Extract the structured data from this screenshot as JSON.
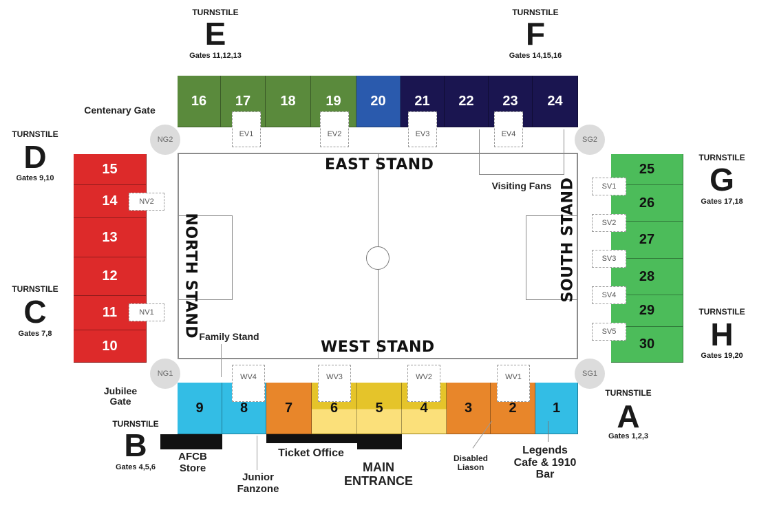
{
  "colors": {
    "east_green": "#5a8a3c",
    "east_blue": "#2a5aad",
    "east_navy": "#1a1550",
    "north_red": "#dd2a2a",
    "south_green": "#4cbc5a",
    "west_cyan": "#33bde5",
    "west_orange": "#e8862a",
    "west_yellow": "#e5c42a",
    "west_light_yellow": "#fbe07a"
  },
  "turnstiles": {
    "word": "TURNSTILE",
    "E": {
      "letter": "E",
      "gates": "Gates 11,12,13"
    },
    "F": {
      "letter": "F",
      "gates": "Gates 14,15,16"
    },
    "D": {
      "letter": "D",
      "gates": "Gates 9,10"
    },
    "C": {
      "letter": "C",
      "gates": "Gates 7,8"
    },
    "G": {
      "letter": "G",
      "gates": "Gates 17,18"
    },
    "H": {
      "letter": "H",
      "gates": "Gates 19,20"
    },
    "A": {
      "letter": "A",
      "gates": "Gates 1,2,3"
    },
    "B": {
      "letter": "B",
      "gates": "Gates 4,5,6"
    }
  },
  "stands": {
    "east": "EAST STAND",
    "west": "WEST STAND",
    "north": "NORTH STAND",
    "south": "SOUTH STAND"
  },
  "blocks": {
    "east": [
      "16",
      "17",
      "18",
      "19",
      "20",
      "21",
      "22",
      "23",
      "24"
    ],
    "north": [
      "15",
      "14",
      "13",
      "12",
      "11",
      "10"
    ],
    "south": [
      "25",
      "26",
      "27",
      "28",
      "29",
      "30"
    ],
    "west": [
      "9",
      "8",
      "7",
      "6",
      "5",
      "4",
      "3",
      "2",
      "1"
    ]
  },
  "entry_points": {
    "east": [
      "EV1",
      "EV2",
      "EV3",
      "EV4"
    ],
    "north": [
      "NV2",
      "NV1"
    ],
    "south": [
      "SV1",
      "SV2",
      "SV3",
      "SV4",
      "SV5"
    ],
    "west": [
      "WV4",
      "WV3",
      "WV2",
      "WV1"
    ]
  },
  "corners": {
    "ng2": "NG2",
    "ng1": "NG1",
    "sg2": "SG2",
    "sg1": "SG1"
  },
  "labels": {
    "centenary_gate": "Centenary Gate",
    "jubilee_gate": "Jubilee Gate",
    "visiting_fans": "Visiting Fans",
    "family_stand": "Family Stand",
    "afcb_store": "AFCB Store",
    "junior_fanzone": "Junior Fanzone",
    "ticket_office": "Ticket Office",
    "main_entrance": "MAIN ENTRANCE",
    "disabled_liason": "Disabled Liason",
    "legends_cafe": "Legends Cafe & 1910 Bar"
  }
}
